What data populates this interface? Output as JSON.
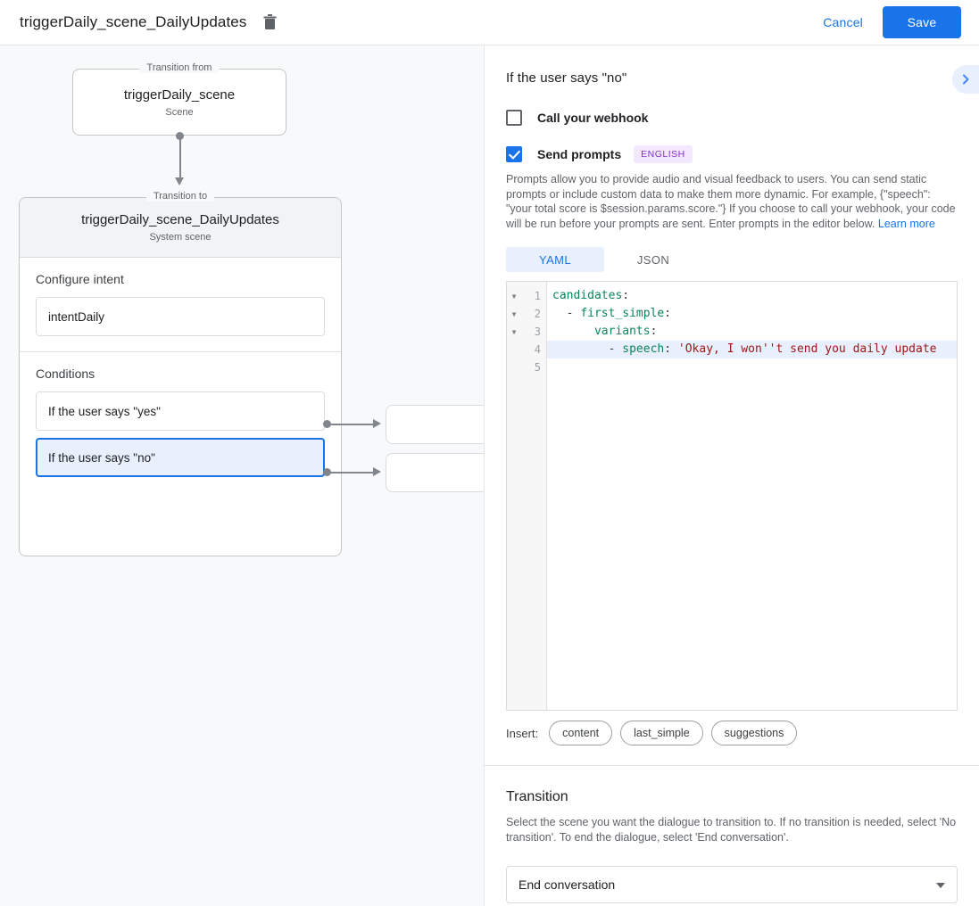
{
  "topbar": {
    "title": "triggerDaily_scene_DailyUpdates",
    "delete_icon": "trash-icon",
    "cancel_label": "Cancel",
    "save_label": "Save",
    "accent_color": "#1a73e8",
    "link_color": "#1a73e8"
  },
  "canvas": {
    "transition_from": {
      "legend": "Transition from",
      "name": "triggerDaily_scene",
      "type": "Scene"
    },
    "transition_to": {
      "legend": "Transition to",
      "name": "triggerDaily_scene_DailyUpdates",
      "type": "System scene"
    },
    "configure_intent": {
      "label": "Configure intent",
      "value": "intentDaily"
    },
    "conditions": {
      "label": "Conditions",
      "items": [
        {
          "label": "If the user says \"yes\"",
          "selected": false
        },
        {
          "label": "If the user says \"no\"",
          "selected": true
        }
      ]
    },
    "right_nodes": [
      {
        "label": ""
      },
      {
        "label": ""
      }
    ]
  },
  "panel": {
    "title": "If the user says \"no\"",
    "expand_icon": "chevron-right-icon",
    "webhook": {
      "label": "Call your webhook",
      "checked": false
    },
    "prompts": {
      "label": "Send prompts",
      "checked": true,
      "language_badge": "ENGLISH",
      "badge_bg": "#f3e8fd",
      "badge_fg": "#8430ce",
      "helper_text": "Prompts allow you to provide audio and visual feedback to users. You can send static prompts or include custom data to make them more dynamic. For example, {\"speech\": \"your total score is $session.params.score.\"} If you choose to call your webhook, your code will be run before your prompts are sent. Enter prompts in the editor below.",
      "helper_link": "Learn more"
    },
    "editor_tabs": [
      {
        "label": "YAML",
        "active": true
      },
      {
        "label": "JSON",
        "active": false
      }
    ],
    "editor": {
      "active_line": 4,
      "lines": [
        {
          "number": "1",
          "fold": true,
          "segments": [
            {
              "text": "candidates",
              "type": "key"
            },
            {
              "text": ":",
              "type": "punct"
            }
          ]
        },
        {
          "number": "2",
          "fold": true,
          "segments": [
            {
              "text": "  - ",
              "type": "punct"
            },
            {
              "text": "first_simple",
              "type": "key"
            },
            {
              "text": ":",
              "type": "punct"
            }
          ]
        },
        {
          "number": "3",
          "fold": true,
          "segments": [
            {
              "text": "      ",
              "type": "punct"
            },
            {
              "text": "variants",
              "type": "key"
            },
            {
              "text": ":",
              "type": "punct"
            }
          ]
        },
        {
          "number": "4",
          "fold": false,
          "segments": [
            {
              "text": "        - ",
              "type": "punct"
            },
            {
              "text": "speech",
              "type": "key"
            },
            {
              "text": ": ",
              "type": "punct"
            },
            {
              "text": "'Okay, I won''t send you daily update",
              "type": "str"
            }
          ]
        },
        {
          "number": "5",
          "fold": false,
          "segments": []
        }
      ]
    },
    "insert": {
      "label": "Insert:",
      "chips": [
        "content",
        "last_simple",
        "suggestions"
      ]
    },
    "transition": {
      "title": "Transition",
      "description": "Select the scene you want the dialogue to transition to. If no transition is needed, select 'No transition'. To end the dialogue, select 'End conversation'.",
      "selected": "End conversation"
    }
  }
}
